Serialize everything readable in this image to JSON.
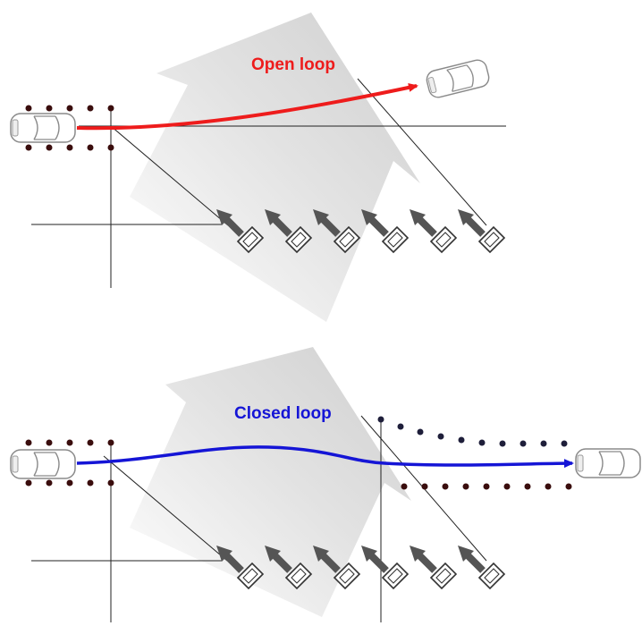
{
  "panels": {
    "top": {
      "label": "Open loop",
      "color": "#ee1c1c"
    },
    "bottom": {
      "label": "Closed loop",
      "color": "#1515d6"
    }
  },
  "colors": {
    "wind_arrow": "#d8d8d8",
    "fan": "#555555",
    "cone": "#dddddd",
    "line": "#222222",
    "car_body": "#ffffff",
    "car_outline": "#8a8a8a"
  },
  "icons": {
    "vehicle": "car-icon",
    "cone": "traffic-cone-icon",
    "fan": "crosswind-fan-icon",
    "wind": "crosswind-arrow"
  }
}
